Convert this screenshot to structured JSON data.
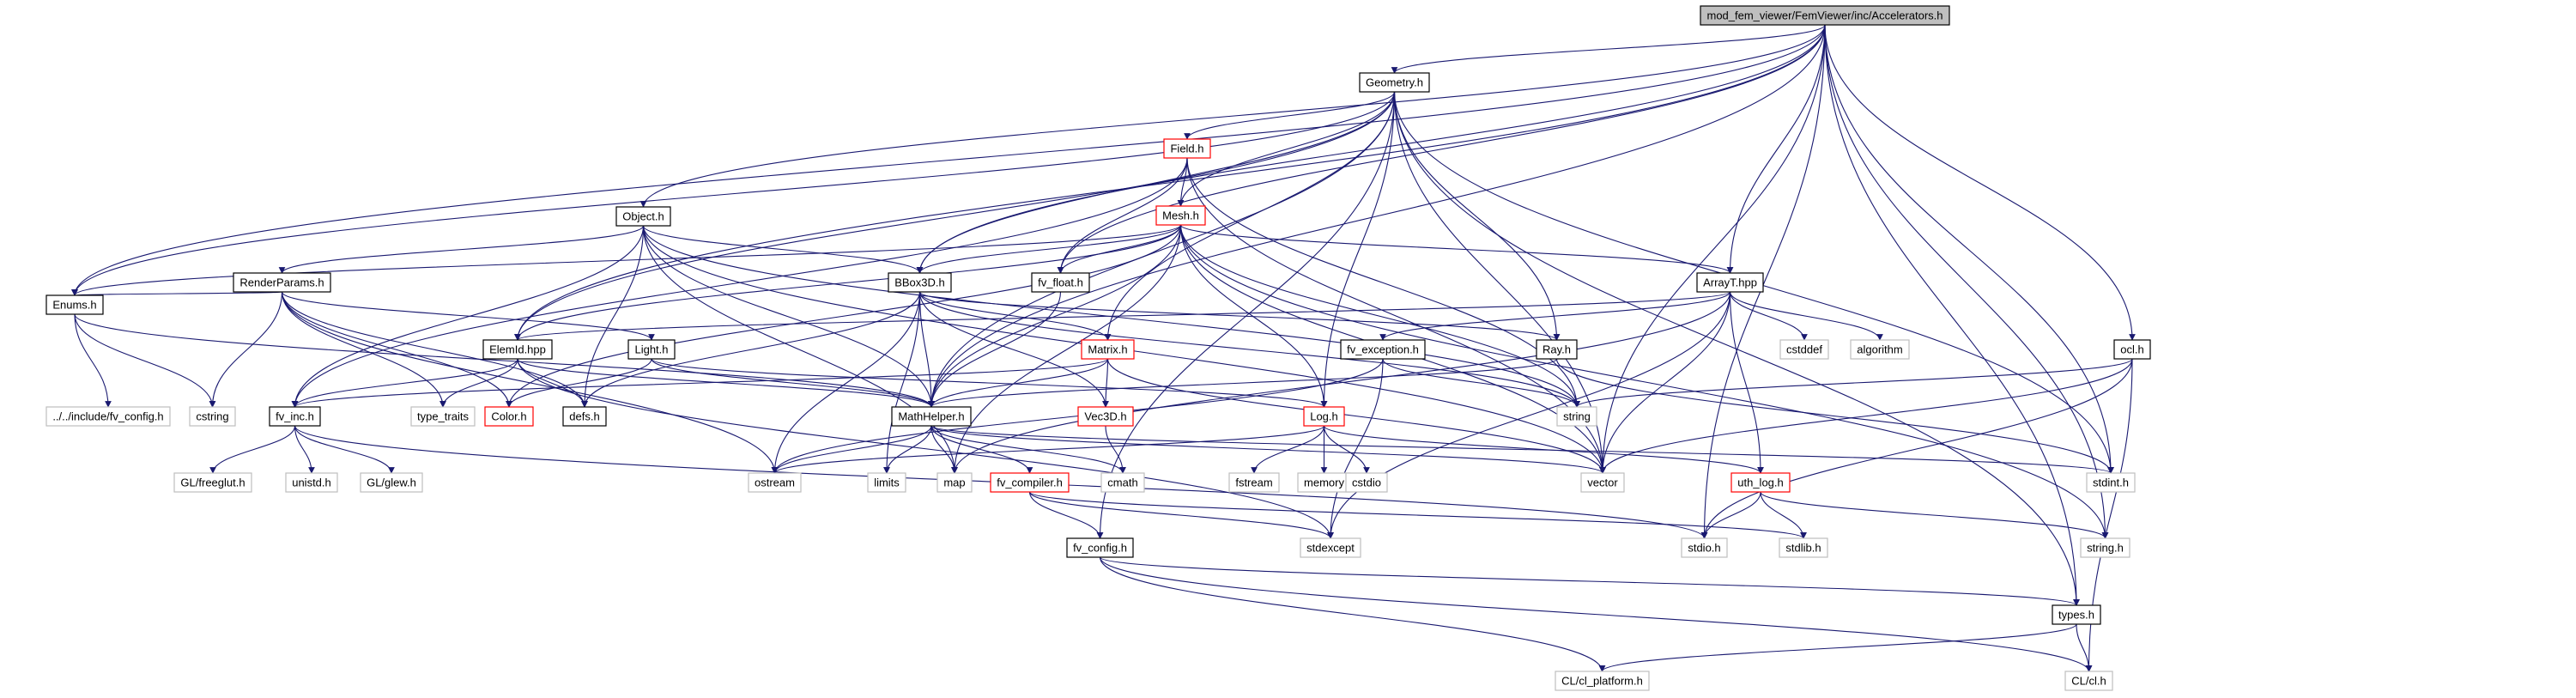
{
  "graph": {
    "colors": {
      "edge": "#191970",
      "root_fill": "#bfbfbf",
      "normal_border": "#000000",
      "red_border": "#ff0000",
      "external_border": "#bfbfbf",
      "node_fill": "#ffffff"
    },
    "nodes": [
      {
        "id": "root",
        "label": "mod_fem_viewer/FemViewer/inc/Accelerators.h",
        "kind": "root"
      },
      {
        "id": "geometry",
        "label": "Geometry.h",
        "kind": "normal"
      },
      {
        "id": "field",
        "label": "Field.h",
        "kind": "red"
      },
      {
        "id": "mesh",
        "label": "Mesh.h",
        "kind": "red"
      },
      {
        "id": "object",
        "label": "Object.h",
        "kind": "normal"
      },
      {
        "id": "renderparams",
        "label": "RenderParams.h",
        "kind": "normal"
      },
      {
        "id": "enums",
        "label": "Enums.h",
        "kind": "normal"
      },
      {
        "id": "elemid",
        "label": "ElemId.hpp",
        "kind": "normal"
      },
      {
        "id": "light",
        "label": "Light.h",
        "kind": "normal"
      },
      {
        "id": "bbox3d",
        "label": "BBox3D.h",
        "kind": "normal"
      },
      {
        "id": "fvfloat",
        "label": "fv_float.h",
        "kind": "normal"
      },
      {
        "id": "arrayt",
        "label": "ArrayT.hpp",
        "kind": "normal"
      },
      {
        "id": "matrix",
        "label": "Matrix.h",
        "kind": "red"
      },
      {
        "id": "fvexception",
        "label": "fv_exception.h",
        "kind": "normal"
      },
      {
        "id": "ray",
        "label": "Ray.h",
        "kind": "normal"
      },
      {
        "id": "ocl",
        "label": "ocl.h",
        "kind": "normal"
      },
      {
        "id": "fvconfiginc",
        "label": "../../include/fv_config.h",
        "kind": "external"
      },
      {
        "id": "cstring",
        "label": "cstring",
        "kind": "external"
      },
      {
        "id": "fvinc",
        "label": "fv_inc.h",
        "kind": "normal"
      },
      {
        "id": "typetraits",
        "label": "type_traits",
        "kind": "external"
      },
      {
        "id": "color",
        "label": "Color.h",
        "kind": "red"
      },
      {
        "id": "defs",
        "label": "defs.h",
        "kind": "normal"
      },
      {
        "id": "mathhelper",
        "label": "MathHelper.h",
        "kind": "normal"
      },
      {
        "id": "vec3d",
        "label": "Vec3D.h",
        "kind": "red"
      },
      {
        "id": "log",
        "label": "Log.h",
        "kind": "red"
      },
      {
        "id": "cstddef",
        "label": "cstddef",
        "kind": "external"
      },
      {
        "id": "algorithm",
        "label": "algorithm",
        "kind": "external"
      },
      {
        "id": "string",
        "label": "string",
        "kind": "external"
      },
      {
        "id": "glfreeglut",
        "label": "GL/freeglut.h",
        "kind": "external"
      },
      {
        "id": "unistd",
        "label": "unistd.h",
        "kind": "external"
      },
      {
        "id": "glglew",
        "label": "GL/glew.h",
        "kind": "external"
      },
      {
        "id": "ostream",
        "label": "ostream",
        "kind": "external"
      },
      {
        "id": "limits",
        "label": "limits",
        "kind": "external"
      },
      {
        "id": "map",
        "label": "map",
        "kind": "external"
      },
      {
        "id": "fvcompiler",
        "label": "fv_compiler.h",
        "kind": "red"
      },
      {
        "id": "cmath",
        "label": "cmath",
        "kind": "external"
      },
      {
        "id": "fstream",
        "label": "fstream",
        "kind": "external"
      },
      {
        "id": "memory",
        "label": "memory",
        "kind": "external"
      },
      {
        "id": "cstdio",
        "label": "cstdio",
        "kind": "external"
      },
      {
        "id": "vector",
        "label": "vector",
        "kind": "external"
      },
      {
        "id": "stdint",
        "label": "stdint.h",
        "kind": "external"
      },
      {
        "id": "uthlog",
        "label": "uth_log.h",
        "kind": "red"
      },
      {
        "id": "stdexcept",
        "label": "stdexcept",
        "kind": "external"
      },
      {
        "id": "stdio",
        "label": "stdio.h",
        "kind": "external"
      },
      {
        "id": "stdlib",
        "label": "stdlib.h",
        "kind": "external"
      },
      {
        "id": "stringh",
        "label": "string.h",
        "kind": "external"
      },
      {
        "id": "fvconfig",
        "label": "fv_config.h",
        "kind": "normal"
      },
      {
        "id": "types",
        "label": "types.h",
        "kind": "normal"
      },
      {
        "id": "clplatform",
        "label": "CL/cl_platform.h",
        "kind": "external"
      },
      {
        "id": "clcl",
        "label": "CL/cl.h",
        "kind": "external"
      }
    ],
    "edges": [
      [
        "root",
        "geometry"
      ],
      [
        "root",
        "object"
      ],
      [
        "root",
        "enums"
      ],
      [
        "root",
        "elemid"
      ],
      [
        "root",
        "bbox3d"
      ],
      [
        "root",
        "fvfloat"
      ],
      [
        "root",
        "arrayt"
      ],
      [
        "root",
        "mathhelper"
      ],
      [
        "root",
        "ocl"
      ],
      [
        "root",
        "vector"
      ],
      [
        "root",
        "stdint"
      ],
      [
        "root",
        "stdio"
      ],
      [
        "root",
        "stringh"
      ],
      [
        "root",
        "types"
      ],
      [
        "geometry",
        "field"
      ],
      [
        "geometry",
        "mesh"
      ],
      [
        "geometry",
        "enums"
      ],
      [
        "geometry",
        "elemid"
      ],
      [
        "geometry",
        "bbox3d"
      ],
      [
        "geometry",
        "mathhelper"
      ],
      [
        "geometry",
        "matrix"
      ],
      [
        "geometry",
        "ray"
      ],
      [
        "geometry",
        "log"
      ],
      [
        "geometry",
        "vector"
      ],
      [
        "geometry",
        "types"
      ],
      [
        "geometry",
        "fvconfig"
      ],
      [
        "geometry",
        "stdint"
      ],
      [
        "field",
        "mesh"
      ],
      [
        "field",
        "fvfloat"
      ],
      [
        "field",
        "fvinc"
      ],
      [
        "field",
        "string"
      ],
      [
        "field",
        "vector"
      ],
      [
        "mesh",
        "bbox3d"
      ],
      [
        "mesh",
        "fvfloat"
      ],
      [
        "mesh",
        "arrayt"
      ],
      [
        "mesh",
        "enums"
      ],
      [
        "mesh",
        "elemid"
      ],
      [
        "mesh",
        "mathhelper"
      ],
      [
        "mesh",
        "log"
      ],
      [
        "mesh",
        "vector"
      ],
      [
        "mesh",
        "string"
      ],
      [
        "mesh",
        "map"
      ],
      [
        "mesh",
        "color"
      ],
      [
        "mesh",
        "stringh"
      ],
      [
        "object",
        "renderparams"
      ],
      [
        "object",
        "bbox3d"
      ],
      [
        "object",
        "mathhelper"
      ],
      [
        "object",
        "defs"
      ],
      [
        "object",
        "map"
      ],
      [
        "object",
        "string"
      ],
      [
        "object",
        "vector"
      ],
      [
        "object",
        "fvinc"
      ],
      [
        "renderparams",
        "enums"
      ],
      [
        "renderparams",
        "light"
      ],
      [
        "renderparams",
        "cstring"
      ],
      [
        "renderparams",
        "typetraits"
      ],
      [
        "renderparams",
        "color"
      ],
      [
        "renderparams",
        "defs"
      ],
      [
        "renderparams",
        "ostream"
      ],
      [
        "enums",
        "fvconfiginc"
      ],
      [
        "enums",
        "cstring"
      ],
      [
        "enums",
        "mathhelper"
      ],
      [
        "elemid",
        "fvinc"
      ],
      [
        "elemid",
        "typetraits"
      ],
      [
        "elemid",
        "defs"
      ],
      [
        "elemid",
        "mathhelper"
      ],
      [
        "elemid",
        "stdexcept"
      ],
      [
        "light",
        "color"
      ],
      [
        "light",
        "mathhelper"
      ],
      [
        "light",
        "log"
      ],
      [
        "bbox3d",
        "mathhelper"
      ],
      [
        "bbox3d",
        "vec3d"
      ],
      [
        "bbox3d",
        "matrix"
      ],
      [
        "bbox3d",
        "ray"
      ],
      [
        "bbox3d",
        "ostream"
      ],
      [
        "bbox3d",
        "limits"
      ],
      [
        "bbox3d",
        "defs"
      ],
      [
        "bbox3d",
        "string"
      ],
      [
        "fvfloat",
        "mathhelper"
      ],
      [
        "arrayt",
        "fvexception"
      ],
      [
        "arrayt",
        "cstddef"
      ],
      [
        "arrayt",
        "algorithm"
      ],
      [
        "arrayt",
        "vector"
      ],
      [
        "arrayt",
        "uthlog"
      ],
      [
        "arrayt",
        "elemid"
      ],
      [
        "arrayt",
        "stdexcept"
      ],
      [
        "arrayt",
        "map"
      ],
      [
        "matrix",
        "vec3d"
      ],
      [
        "matrix",
        "mathhelper"
      ],
      [
        "matrix",
        "fvinc"
      ],
      [
        "matrix",
        "vector"
      ],
      [
        "fvexception",
        "string"
      ],
      [
        "fvexception",
        "stdexcept"
      ],
      [
        "fvexception",
        "ostream"
      ],
      [
        "ray",
        "mathhelper"
      ],
      [
        "ray",
        "stdint"
      ],
      [
        "ocl",
        "string"
      ],
      [
        "ocl",
        "vector"
      ],
      [
        "ocl",
        "stdio"
      ],
      [
        "ocl",
        "clcl"
      ],
      [
        "fvinc",
        "glfreeglut"
      ],
      [
        "fvinc",
        "unistd"
      ],
      [
        "fvinc",
        "glglew"
      ],
      [
        "fvinc",
        "stdio"
      ],
      [
        "mathhelper",
        "ostream"
      ],
      [
        "mathhelper",
        "limits"
      ],
      [
        "mathhelper",
        "map"
      ],
      [
        "mathhelper",
        "fvcompiler"
      ],
      [
        "mathhelper",
        "cmath"
      ],
      [
        "mathhelper",
        "vector"
      ],
      [
        "mathhelper",
        "stdint"
      ],
      [
        "vec3d",
        "cmath"
      ],
      [
        "log",
        "fstream"
      ],
      [
        "log",
        "memory"
      ],
      [
        "log",
        "cstdio"
      ],
      [
        "log",
        "uthlog"
      ],
      [
        "log",
        "ostream"
      ],
      [
        "fvcompiler",
        "fvconfig"
      ],
      [
        "fvcompiler",
        "stdexcept"
      ],
      [
        "fvcompiler",
        "stdlib"
      ],
      [
        "uthlog",
        "stdio"
      ],
      [
        "uthlog",
        "stdlib"
      ],
      [
        "uthlog",
        "stringh"
      ],
      [
        "fvconfig",
        "types"
      ],
      [
        "fvconfig",
        "clplatform"
      ],
      [
        "fvconfig",
        "clcl"
      ],
      [
        "types",
        "clplatform"
      ],
      [
        "types",
        "clcl"
      ]
    ]
  }
}
